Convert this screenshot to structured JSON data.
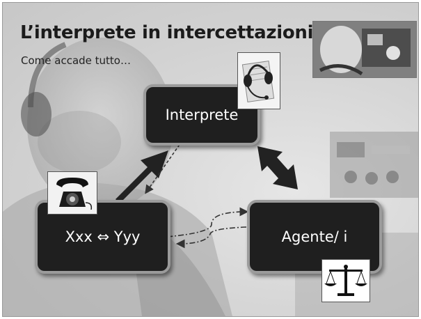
{
  "slide": {
    "title": "L’interprete in intercettazioni",
    "subtitle": "Come accade tutto…"
  },
  "nodes": {
    "interprete": "Interprete",
    "xxx_yyy": "Xxx ⇔ Yyy",
    "agente": "Agente/ i"
  },
  "images": {
    "top_right": "photo-icon",
    "headset": "headset-icon",
    "telephone": "telephone-icon",
    "scales": "scales-of-justice-icon"
  },
  "colors": {
    "node_fill": "#1f1f1f",
    "node_border": "#9b9b9b",
    "node_text": "#ffffff",
    "title_text": "#1b1b1b"
  }
}
